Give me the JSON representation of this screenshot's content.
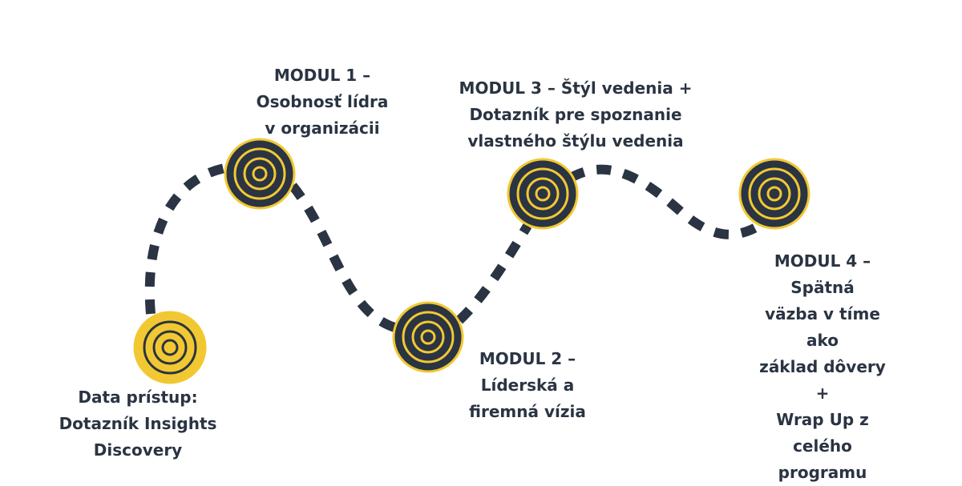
{
  "colors": {
    "navy": "#2a3442",
    "yellow": "#f2c832",
    "background": "#ffffff"
  },
  "milestones": [
    {
      "id": "start",
      "label": "Data prístup:\nDotazník Insights\nDiscovery",
      "style": "yellow-filled",
      "icon": "target-icon"
    },
    {
      "id": "modul-1",
      "label": "MODUL 1 –\nOsobnosť lídra\nv organizácii",
      "style": "navy-filled",
      "icon": "target-icon"
    },
    {
      "id": "modul-2",
      "label": "MODUL 2 –\nLíderská a\nfiremná vízia",
      "style": "navy-filled",
      "icon": "target-icon"
    },
    {
      "id": "modul-3",
      "label": "MODUL 3 – Štýl vedenia +\nDotazník pre spoznanie\nvlastného štýlu vedenia",
      "style": "navy-filled",
      "icon": "target-icon"
    },
    {
      "id": "modul-4",
      "label": "MODUL 4 – Spätná\nväzba v tíme ako\nzáklad dôvery +\nWrap Up z celého\nprogramu",
      "style": "navy-filled",
      "icon": "target-icon"
    }
  ]
}
